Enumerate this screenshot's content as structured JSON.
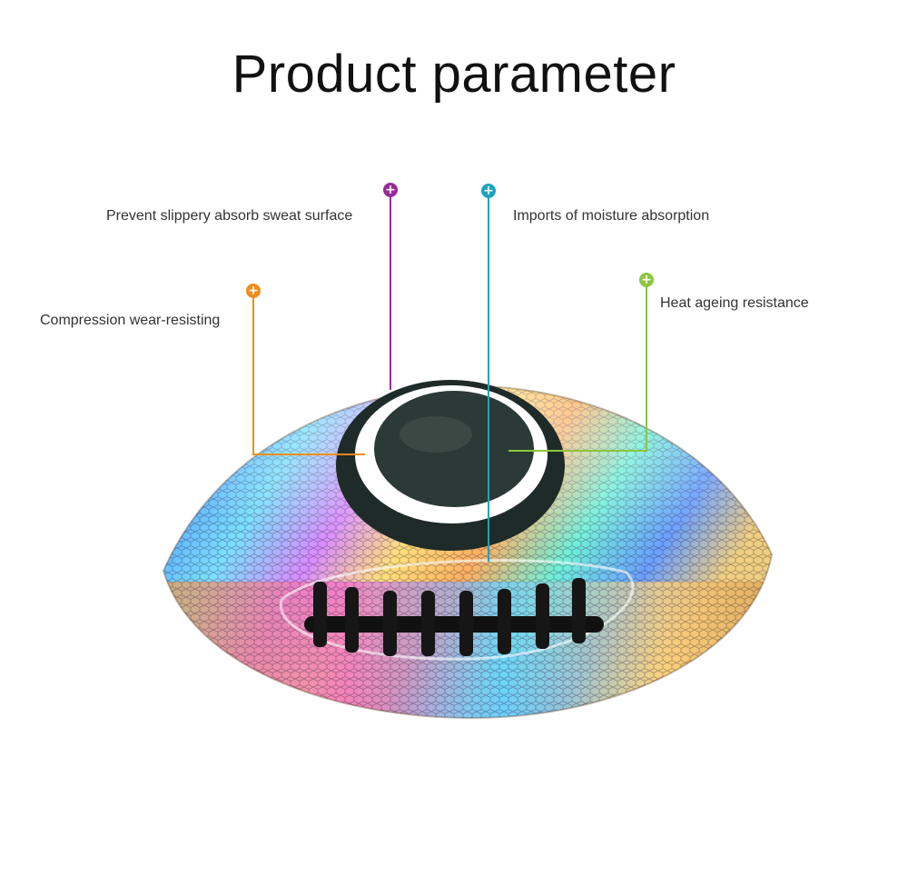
{
  "title": "Product parameter",
  "features": [
    {
      "label": "Prevent slippery absorb sweat surface",
      "color": "#9a2a9a",
      "icon": "plus-circle-icon"
    },
    {
      "label": "Imports of moisture absorption",
      "color": "#1aa3c0",
      "icon": "plus-circle-icon"
    },
    {
      "label": "Heat ageing resistance",
      "color": "#8cc63f",
      "icon": "plus-circle-icon"
    },
    {
      "label": "Compression wear-resisting",
      "color": "#f28c1a",
      "icon": "plus-circle-icon"
    }
  ],
  "product": {
    "icon": "holographic-football-icon"
  }
}
